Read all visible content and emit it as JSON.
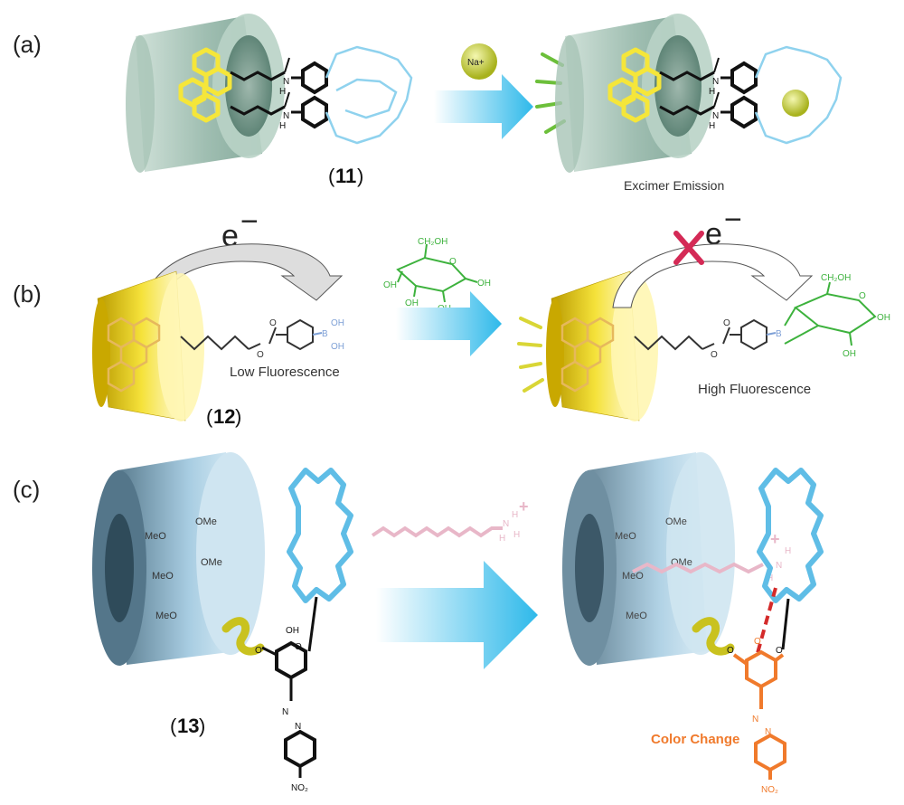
{
  "panels": {
    "a": {
      "label": "(a)",
      "compound_open": "(",
      "compound_number": "11",
      "compound_close": ")",
      "ion": "Na+",
      "atom_n": "N",
      "atom_h": "H",
      "caption": "Excimer Emission"
    },
    "b": {
      "label": "(b)",
      "compound_open": "(",
      "compound_number": "12",
      "compound_close": ")",
      "electron": "e",
      "electron_charge": "−",
      "boron": "B",
      "oh": "OH",
      "ch2oh": "CH₂OH",
      "sugar_o": "O",
      "caption_left": "Low Fluorescence",
      "caption_right": "High Fluorescence"
    },
    "c": {
      "label": "(c)",
      "compound_open": "(",
      "compound_number": "13",
      "compound_close": ")",
      "ome": "OMe",
      "meo": "MeO",
      "oh": "OH",
      "o": "O",
      "n": "N",
      "no2": "NO₂",
      "nh3": "N",
      "h": "H",
      "plus": "+",
      "caption": "Color Change"
    }
  },
  "colors": {
    "green_host": "#8fb3a4",
    "pyrene_yellow": "#f5e63a",
    "crown_blue": "#8fd2ee",
    "sodium": "#c9d23a",
    "arrow_cyan": "#2eb9ea",
    "cup_gold": "#f0d23a",
    "glucose_green": "#3db23d",
    "boron_blue": "#7ea0d6",
    "block_x": "#d42a56",
    "cd_blue": "#9fc6dc",
    "linker_yellow": "#c9c21f",
    "orange": "#f07a2c",
    "ammonium_pink": "#e8b7c8"
  }
}
